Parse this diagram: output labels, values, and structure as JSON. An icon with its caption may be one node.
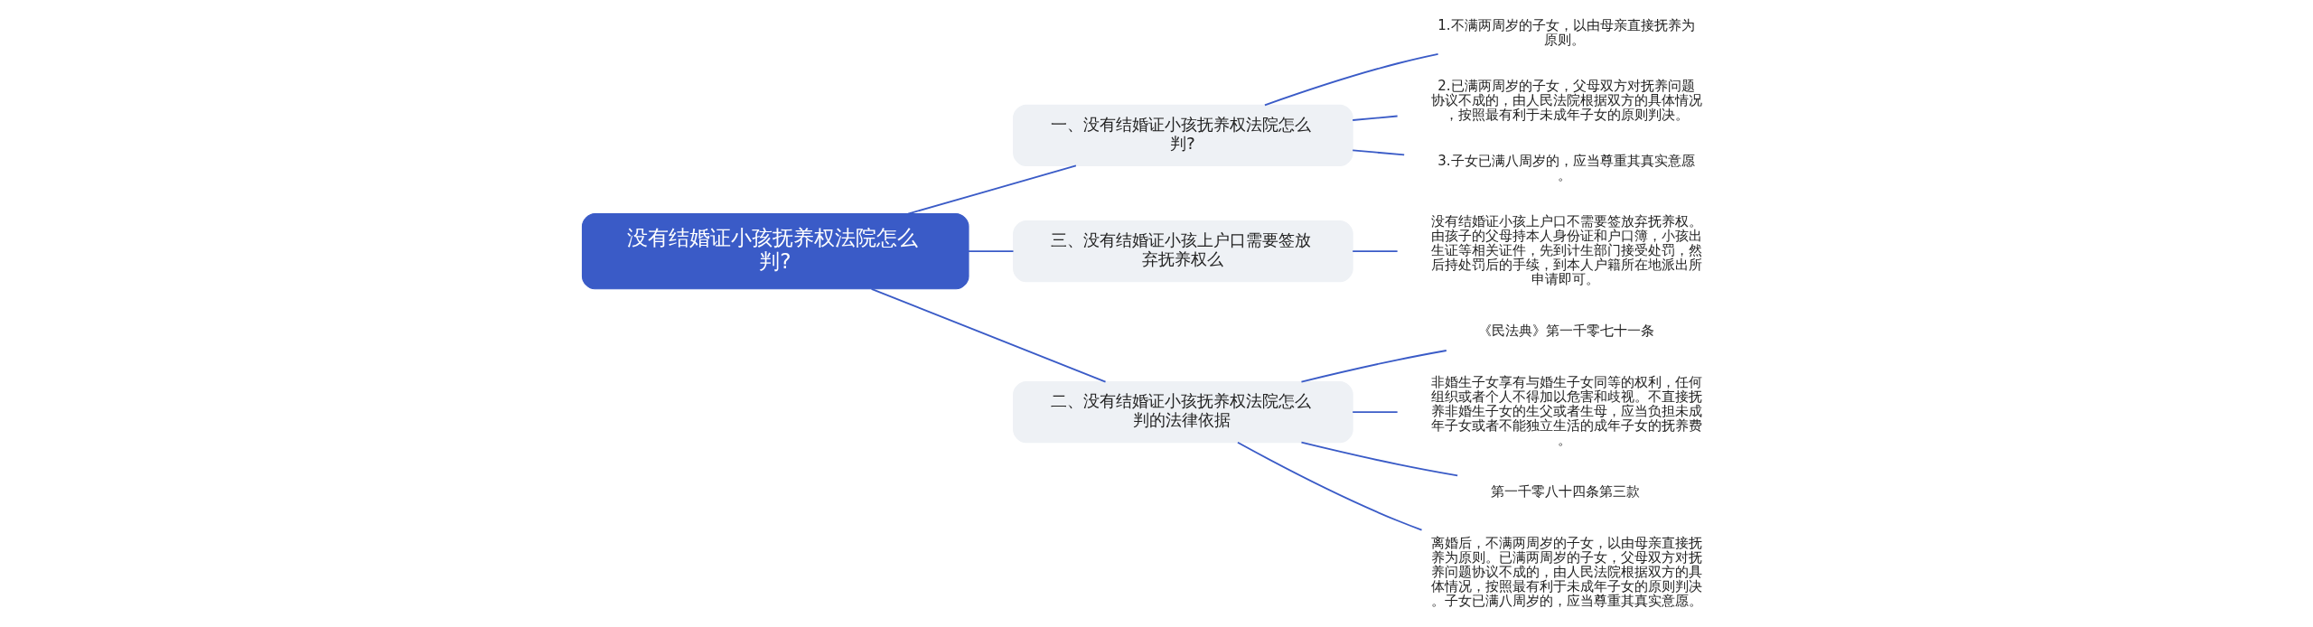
{
  "diagram": {
    "nodes": [
      {
        "text": [
          "没有结婚证小孩抚养权法院怎么判?"
        ]
      },
      {
        "text": [
          "一、没有结婚证小孩抚养权法院怎么判?"
        ]
      },
      {
        "text": [
          "1.不满两周岁的子女，以由母亲直接抚养为原则。"
        ]
      },
      {
        "text": [
          "2.已满两周岁的子女，父母双方对抚养问题协议不成的，由人民法院根据双方的具体情况，按照最有利于未成年子女的原则判决。"
        ]
      },
      {
        "text": [
          "3.子女已满八周岁的，应当尊重其真实意愿。"
        ]
      },
      {
        "text": [
          "三、没有结婚证小孩上户口需要签放弃抚养权么"
        ]
      },
      {
        "text": [
          "没有结婚证小孩上户口不需要签放弃抚养权。由孩子的父母持本人身份证和户口簿，小孩出生证等相关证件，先到计生部门接受处罚，然后持处罚后的手续，到本人户籍所在地派出所申请即可。"
        ]
      },
      {
        "text": [
          "二、没有结婚证小孩抚养权法院怎么判的法律依据"
        ]
      },
      {
        "text": [
          "《民法典》第一千零七十一条"
        ]
      },
      {
        "text": [
          "非婚生子女享有与婚生子女同等的权利，任何组织或者个人不得加以危害和歧视。不直接抚养非婚生子女的生父或者生母，应当负担未成年子女或者不能独立生活的成年子女的抚养费。"
        ]
      },
      {
        "text": [
          "第一千零八十四条第三款"
        ]
      },
      {
        "text": [
          "离婚后，不满两周岁的子女，以由母亲直接抚养为原则。已满两周岁的子女，父母双方对抚养问题协议不成的，由人民法院根据双方的具体情况，按照最有利于未成年子女的原则判决。子女已满八周岁的，应当尊重其真实意愿。"
        ]
      }
    ],
    "edges": [
      {
        "from": 0,
        "to": 1,
        "arrow": "none"
      },
      {
        "from": 1,
        "to": 2,
        "arrow": "none"
      },
      {
        "from": 1,
        "to": 3,
        "arrow": "none"
      },
      {
        "from": 1,
        "to": 4,
        "arrow": "none"
      },
      {
        "from": 0,
        "to": 5,
        "arrow": "none"
      },
      {
        "from": 5,
        "to": 6,
        "arrow": "none"
      },
      {
        "from": 0,
        "to": 7,
        "arrow": "none"
      },
      {
        "from": 7,
        "to": 8,
        "arrow": "none"
      },
      {
        "from": 7,
        "to": 9,
        "arrow": "none"
      },
      {
        "from": 7,
        "to": 10,
        "arrow": "none"
      },
      {
        "from": 7,
        "to": 11,
        "arrow": "none"
      }
    ]
  }
}
